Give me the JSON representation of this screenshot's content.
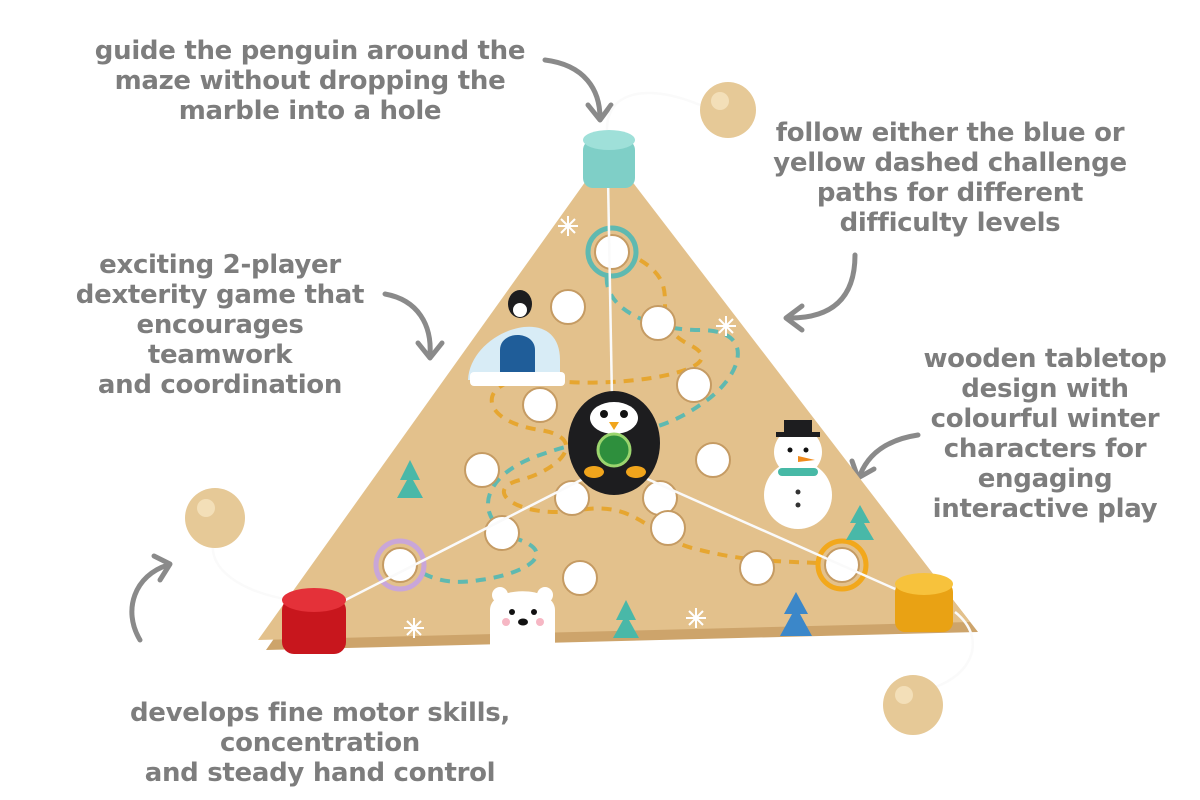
{
  "captions": {
    "top_left": "guide the penguin around the\nmaze without dropping the\nmarble into a hole",
    "top_right": "follow either the blue or\nyellow dashed challenge\npaths for different\ndifficulty levels",
    "mid_left": "exciting 2-player\ndexterity game that\nencourages teamwork\nand coordination",
    "mid_right": "wooden tabletop\ndesign with\ncolourful winter\ncharacters for\nengaging\ninteractive play",
    "bottom": "develops fine motor skills, concentration\nand steady hand control"
  },
  "colors": {
    "caption": "#7d7d7d",
    "board": "#e3c18c",
    "board_edge": "#cda46b",
    "peg_teal": "#8fd6cf",
    "peg_red": "#d81f26",
    "peg_yellow": "#f4b21a",
    "path_blue": "#5fb9b0",
    "path_yellow": "#e6a630",
    "penguin": "#1d1d1f"
  }
}
